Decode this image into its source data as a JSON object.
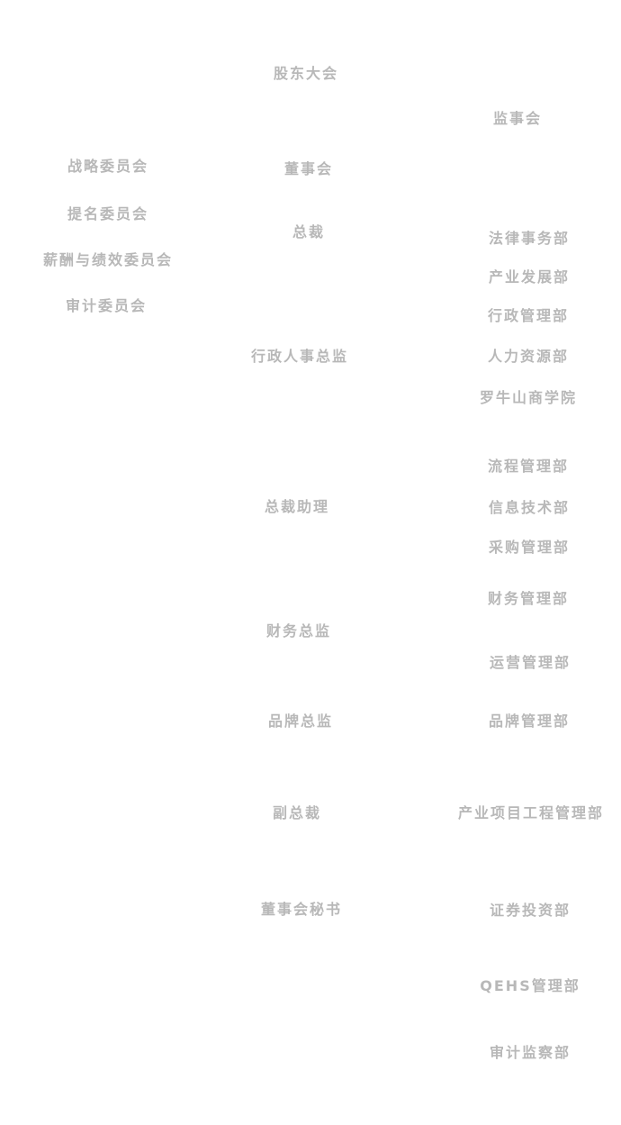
{
  "chart_colors": {
    "text": "#f3f3f3",
    "background": "#ffffff"
  },
  "nodes": {
    "shareholders": "股东大会",
    "supervisory_board": "监事会",
    "strategy_committee": "战略委员会",
    "board": "董事会",
    "nomination_committee": "提名委员会",
    "president": "总裁",
    "compensation_committee": "薪酬与绩效委员会",
    "audit_committee": "审计委员会",
    "legal_dept": "法律事务部",
    "industry_dev_dept": "产业发展部",
    "admin_dept": "行政管理部",
    "admin_hr_director": "行政人事总监",
    "hr_dept": "人力资源部",
    "business_school": "罗牛山商学院",
    "process_dept": "流程管理部",
    "president_assistant": "总裁助理",
    "it_dept": "信息技术部",
    "procurement_dept": "采购管理部",
    "finance_dept": "财务管理部",
    "cfo": "财务总监",
    "operations_dept": "运营管理部",
    "brand_director": "品牌总监",
    "brand_dept": "品牌管理部",
    "vice_president": "副总裁",
    "project_eng_dept": "产业项目工程管理部",
    "board_secretary": "董事会秘书",
    "securities_dept": "证券投资部",
    "qehs_dept": "QEHS管理部",
    "audit_supervision_dept": "审计监察部"
  }
}
